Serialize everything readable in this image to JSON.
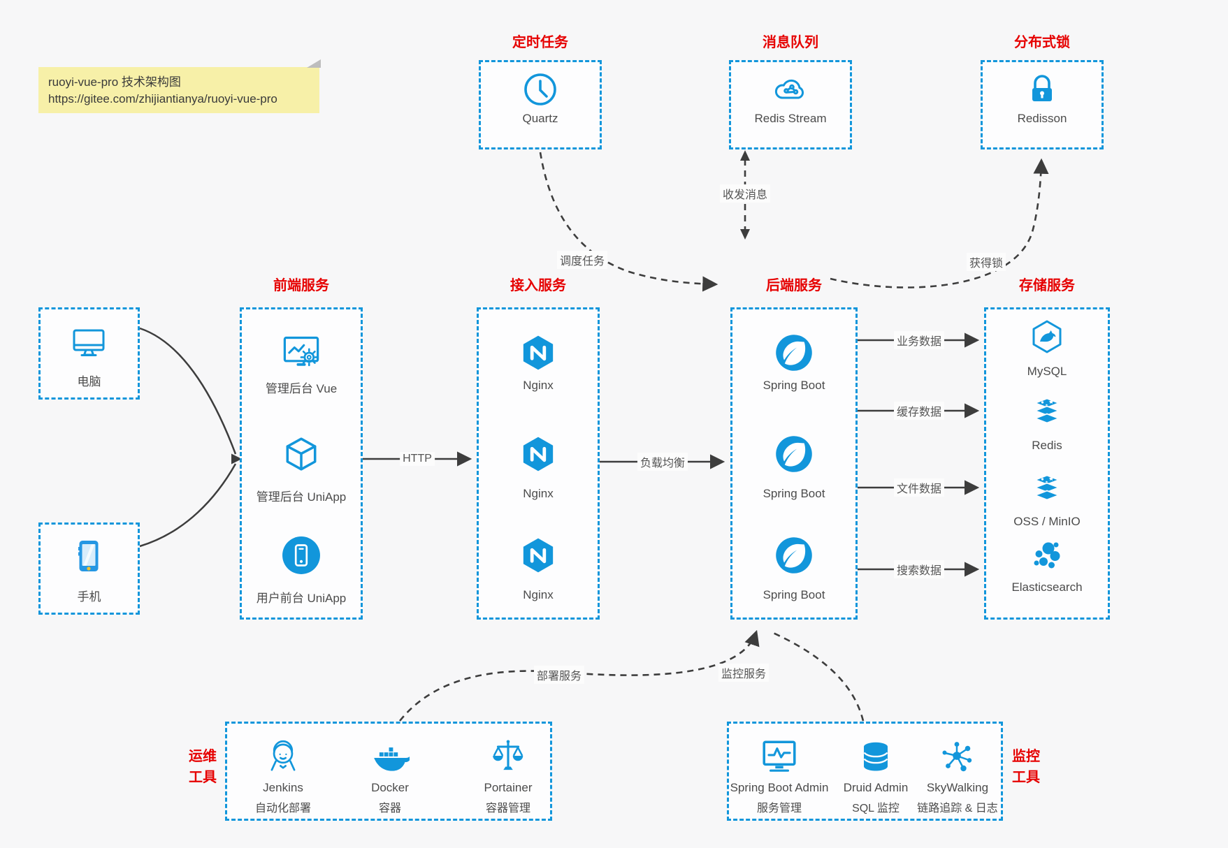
{
  "note": {
    "title": "ruoyi-vue-pro 技术架构图",
    "url": "https://gitee.com/zhijiantianya/ruoyi-vue-pro"
  },
  "top": {
    "scheduler": {
      "title": "定时任务",
      "item": "Quartz"
    },
    "mq": {
      "title": "消息队列",
      "item": "Redis Stream"
    },
    "lock": {
      "title": "分布式锁",
      "item": "Redisson"
    }
  },
  "devices": {
    "computer": "电脑",
    "phone": "手机"
  },
  "columns": {
    "frontend": {
      "title": "前端服务",
      "items": [
        "管理后台 Vue",
        "管理后台 UniApp",
        "用户前台 UniApp"
      ]
    },
    "gateway": {
      "title": "接入服务",
      "items": [
        "Nginx",
        "Nginx",
        "Nginx"
      ]
    },
    "backend": {
      "title": "后端服务",
      "items": [
        "Spring Boot",
        "Spring Boot",
        "Spring Boot"
      ]
    },
    "storage": {
      "title": "存储服务",
      "items": [
        "MySQL",
        "Redis",
        "OSS / MinIO",
        "Elasticsearch"
      ]
    }
  },
  "bottom": {
    "ops": {
      "label": [
        "运维",
        "工具"
      ],
      "items": [
        {
          "name": "Jenkins",
          "sub": "自动化部署"
        },
        {
          "name": "Docker",
          "sub": "容器"
        },
        {
          "name": "Portainer",
          "sub": "容器管理"
        }
      ]
    },
    "monitoring": {
      "label": [
        "监控",
        "工具"
      ],
      "items": [
        {
          "name": "Spring Boot Admin",
          "sub": "服务管理"
        },
        {
          "name": "Druid Admin",
          "sub": "SQL 监控"
        },
        {
          "name": "SkyWalking",
          "sub": "链路追踪 & 日志"
        }
      ]
    }
  },
  "edges": {
    "schedule": "调度任务",
    "message": "收发消息",
    "lock": "获得锁",
    "http": "HTTP",
    "balance": "负载均衡",
    "business": "业务数据",
    "cache": "缓存数据",
    "file": "文件数据",
    "search": "搜索数据",
    "deploy": "部署服务",
    "monitor": "监控服务"
  },
  "colors": {
    "accent_blue": "#1296db",
    "title_red": "#e60000",
    "line_gray": "#3d3d3d",
    "note_yellow": "#f7f0a8"
  }
}
